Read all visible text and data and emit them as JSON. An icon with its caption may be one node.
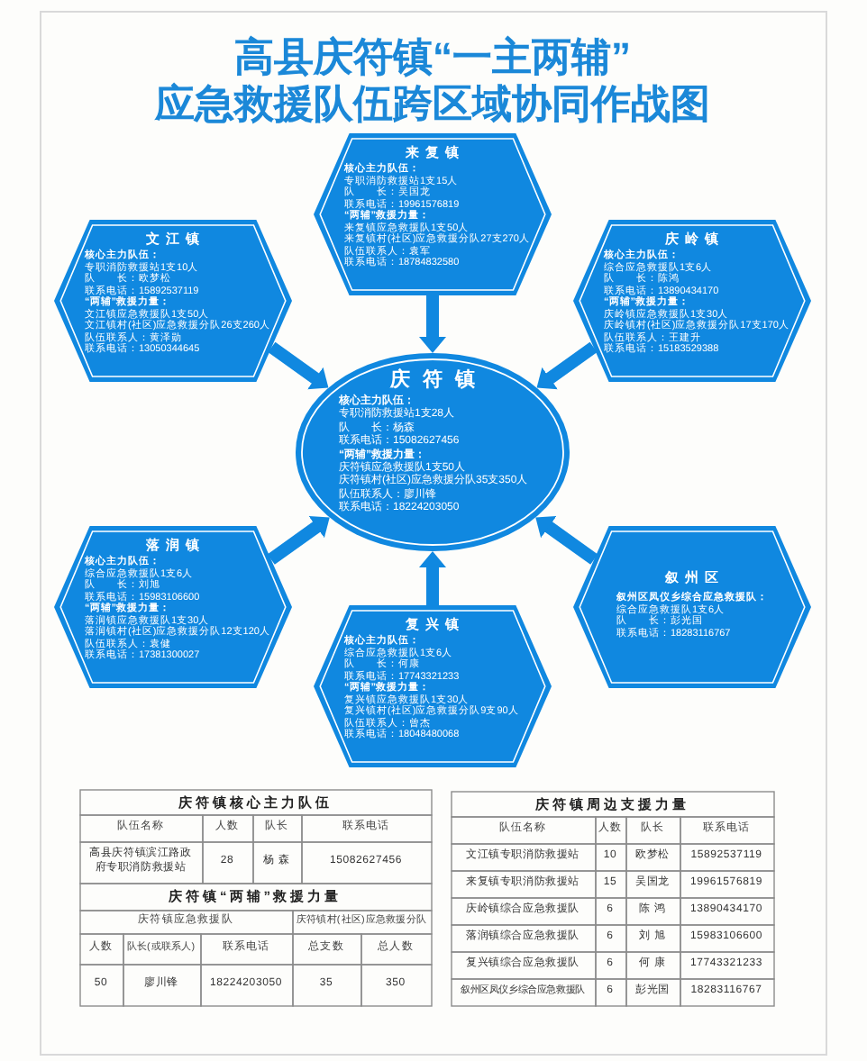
{
  "diagram": {
    "title": "高县庆符镇“一主两辅”应急救援队伍跨区域协同作战图",
    "nodes": [
      {
        "text": [
          "来复镇",
          "核心主力队伍：",
          "专职消防救援站1支15人",
          "队　　长：吴国龙",
          "联系电话：19961576819",
          "“两辅”救援力量：",
          "来复镇应急救援队1支50人",
          "来复镇村(社区)应急救援分队27支270人",
          "队伍联系人：袁军",
          "联系电话：18784832580"
        ]
      },
      {
        "text": [
          "文江镇",
          "核心主力队伍：",
          "专职消防救援站1支10人",
          "队　　长：欧梦松",
          "联系电话：15892537119",
          "“两辅”救援力量：",
          "文江镇应急救援队1支50人",
          "文江镇村(社区)应急救援分队26支260人",
          "队伍联系人：黄泽勋",
          "联系电话：13050344645"
        ]
      },
      {
        "text": [
          "庆岭镇",
          "核心主力队伍：",
          "综合应急救援队1支6人",
          "队　　长：陈鸿",
          "联系电话：13890434170",
          "“两辅”救援力量：",
          "庆岭镇应急救援队1支30人",
          "庆岭镇村(社区)应急救援分队17支170人",
          "队伍联系人：王建升",
          "联系电话：15183529388"
        ]
      },
      {
        "text": [
          "庆符镇",
          "核心主力队伍：",
          "专职消防救援站1支28人",
          "队　　长：杨森",
          "联系电话：15082627456",
          "“两辅”救援力量：",
          "庆符镇应急救援队1支50人",
          "庆符镇村(社区)应急救援分队35支350人",
          "队伍联系人：廖川锋",
          "联系电话：18224203050"
        ]
      },
      {
        "text": [
          "落润镇",
          "核心主力队伍：",
          "综合应急救援队1支6人",
          "队　　长：刘旭",
          "联系电话：15983106600",
          "“两辅”救援力量：",
          "落润镇应急救援队1支30人",
          "落润镇村(社区)应急救援分队12支120人",
          "队伍联系人：袁健",
          "联系电话：17381300027"
        ]
      },
      {
        "text": [
          "叙州区",
          "叙州区凤仪乡综合应急救援队：",
          "综合应急救援队1支6人",
          "队　　长：彭光国",
          "联系电话：18283116767"
        ]
      },
      {
        "text": [
          "复兴镇",
          "核心主力队伍：",
          "综合应急救援队1支6人",
          "队　　长：何康",
          "联系电话：17743321233",
          "“两辅”救援力量：",
          "复兴镇应急救援队1支30人",
          "复兴镇村(社区)应急救援分队9支90人",
          "队伍联系人：曾杰",
          "联系电话：18048480068"
        ]
      }
    ],
    "edges": [
      {
        "from": 0,
        "to": 3,
        "arrow": "to"
      },
      {
        "from": 1,
        "to": 3,
        "arrow": "to"
      },
      {
        "from": 2,
        "to": 3,
        "arrow": "to"
      },
      {
        "from": 4,
        "to": 3,
        "arrow": "to"
      },
      {
        "from": 5,
        "to": 3,
        "arrow": "to"
      },
      {
        "from": 6,
        "to": 3,
        "arrow": "to"
      }
    ],
    "labels": [
      "庆符镇核心主力队伍",
      "队伍名称",
      "人数",
      "队长",
      "联系电话",
      "高县庆符镇滨江路政府专职消防救援站",
      "28",
      "杨 森",
      "15082627456",
      "庆符镇“两辅”救援力量",
      "庆符镇应急救援队",
      "庆符镇村(社区)应急救援分队",
      "人数",
      "队长(或联系人)",
      "联系电话",
      "总支数",
      "总人数",
      "50",
      "廖川锋",
      "18224203050",
      "35",
      "350",
      "庆符镇周边支援力量",
      "队伍名称",
      "人数",
      "队长",
      "联系电话",
      "文江镇专职消防救援站",
      "10",
      "欧梦松",
      "15892537119",
      "来复镇专职消防救援站",
      "15",
      "吴国龙",
      "19961576819",
      "庆岭镇综合应急救援队",
      "6",
      "陈 鸿",
      "13890434170",
      "落润镇综合应急救援队",
      "6",
      "刘 旭",
      "15983106600",
      "复兴镇综合应急救援队",
      "6",
      "何 康",
      "17743321233",
      "叙州区凤仪乡综合应急救援队",
      "6",
      "彭光国",
      "18283116767"
    ]
  }
}
